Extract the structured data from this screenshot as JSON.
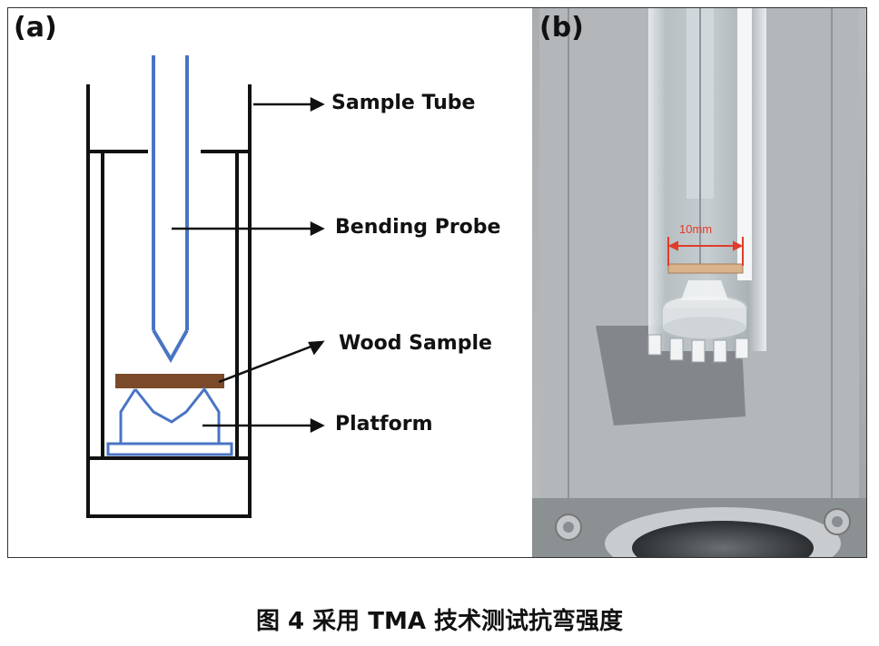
{
  "panel_a": {
    "label": "(a)",
    "callouts": {
      "sample_tube": "Sample Tube",
      "bending_probe": "Bending Probe",
      "wood_sample": "Wood Sample",
      "platform": "Platform"
    }
  },
  "panel_b": {
    "label": "(b)",
    "dimension": "10mm"
  },
  "caption": "图 4 采用 TMA 技术测试抗弯强度",
  "colors": {
    "probe": "#4a74c4",
    "wood": "#7a4a2a",
    "dimension": "#e23a2a",
    "outline": "#111111"
  }
}
